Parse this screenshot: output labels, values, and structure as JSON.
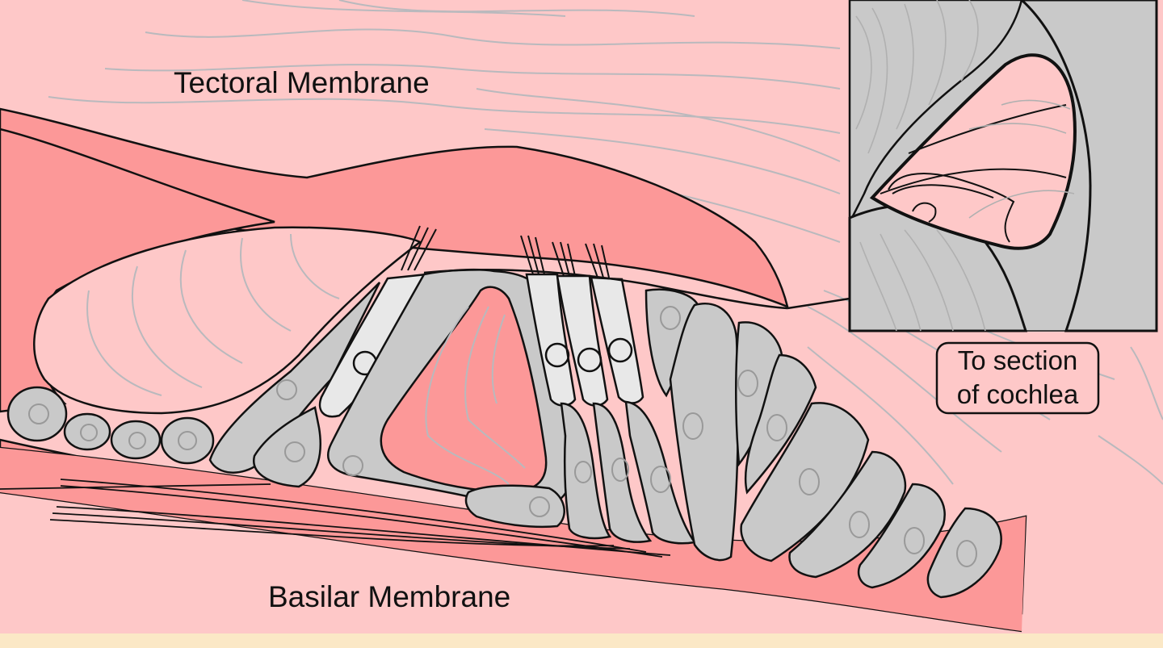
{
  "labels": {
    "tectoral_membrane": "Tectoral Membrane",
    "basilar_membrane": "Basilar Membrane",
    "to_section_line1": "To section",
    "to_section_line2": "of cochlea"
  },
  "colors": {
    "background": "#fec8c8",
    "tissue_dark": "#fc9898",
    "cell_gray": "#c9c9c9",
    "hair_cell_light": "#e8e8e8",
    "outline": "#111111",
    "contour": "#b8b8b8",
    "footer": "#fbe8c6"
  }
}
